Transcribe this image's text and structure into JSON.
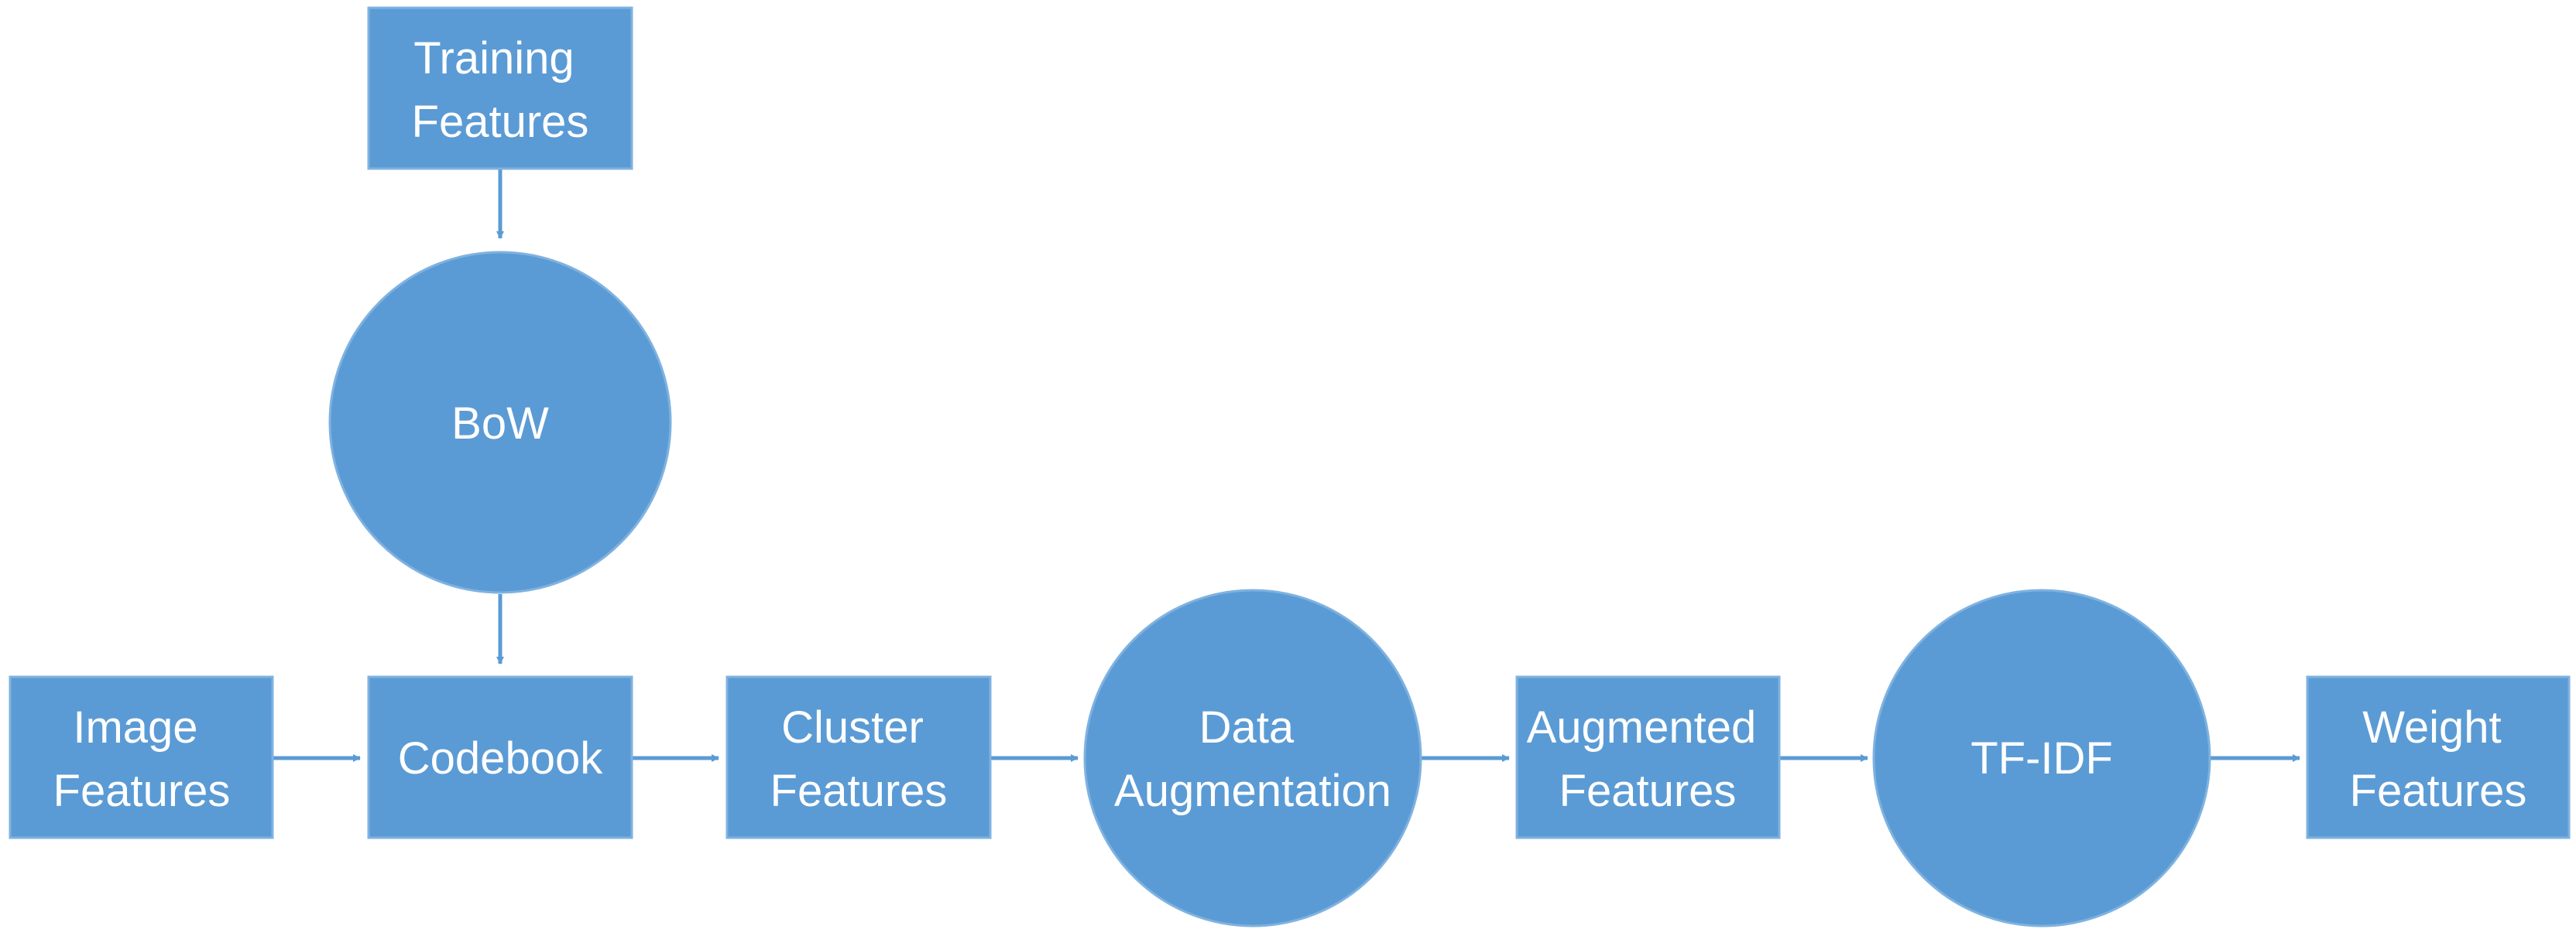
{
  "colors": {
    "node_fill": "#5b9bd5",
    "node_border": "#7fb2e0",
    "edge": "#5b9bd5",
    "text": "#ffffff",
    "background": "#ffffff"
  },
  "nodes": {
    "training_features": {
      "shape": "rectangle",
      "lines": [
        "Training",
        "Features"
      ]
    },
    "bow": {
      "shape": "circle",
      "lines": [
        "BoW"
      ]
    },
    "image_features": {
      "shape": "rectangle",
      "lines": [
        "Image",
        "Features"
      ]
    },
    "codebook": {
      "shape": "rectangle",
      "lines": [
        "Codebook"
      ]
    },
    "cluster_features": {
      "shape": "rectangle",
      "lines": [
        "Cluster",
        "Features"
      ]
    },
    "data_augmentation": {
      "shape": "circle",
      "lines": [
        "Data",
        "Augmentation"
      ]
    },
    "augmented_features": {
      "shape": "rectangle",
      "lines": [
        "Augmented",
        "Features"
      ]
    },
    "tf_idf": {
      "shape": "circle",
      "lines": [
        "TF-IDF"
      ]
    },
    "weight_features": {
      "shape": "rectangle",
      "lines": [
        "Weight",
        "Features"
      ]
    }
  },
  "edges": [
    {
      "from": "training_features",
      "to": "bow"
    },
    {
      "from": "bow",
      "to": "codebook"
    },
    {
      "from": "image_features",
      "to": "codebook"
    },
    {
      "from": "codebook",
      "to": "cluster_features"
    },
    {
      "from": "cluster_features",
      "to": "data_augmentation"
    },
    {
      "from": "data_augmentation",
      "to": "augmented_features"
    },
    {
      "from": "augmented_features",
      "to": "tf_idf"
    },
    {
      "from": "tf_idf",
      "to": "weight_features"
    }
  ]
}
